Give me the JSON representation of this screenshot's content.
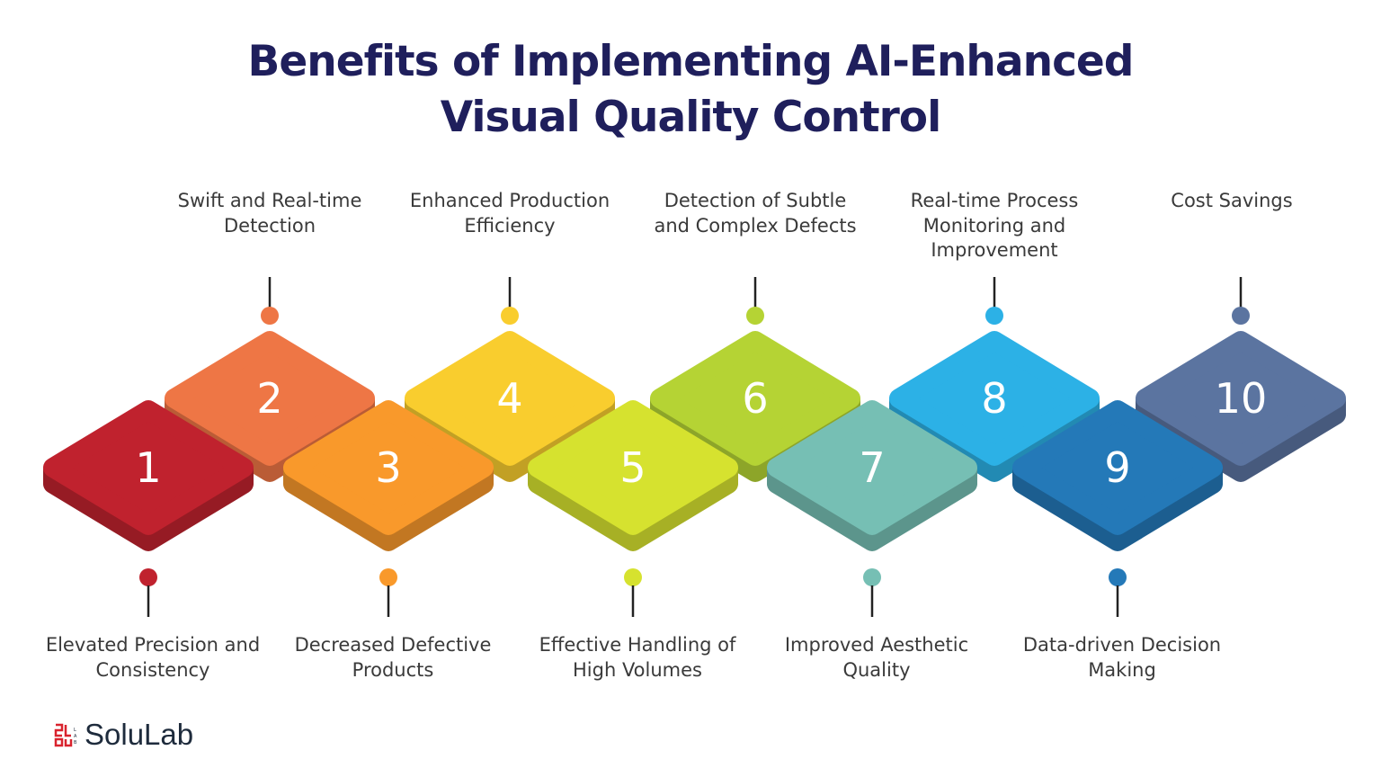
{
  "title": {
    "line1": "Benefits of Implementing AI-Enhanced",
    "line2": "Visual Quality Control"
  },
  "steps": [
    {
      "number": "1",
      "label": "Elevated Precision and Consistency",
      "color": "#c0222e",
      "row": "bottom"
    },
    {
      "number": "2",
      "label": "Swift and Real-time Detection",
      "color": "#ee7645",
      "row": "top"
    },
    {
      "number": "3",
      "label": "Decreased Defective Products",
      "color": "#f9992b",
      "row": "bottom"
    },
    {
      "number": "4",
      "label": "Enhanced Production Efficiency",
      "color": "#f9cd2e",
      "row": "top"
    },
    {
      "number": "5",
      "label": "Effective Handling of High Volumes",
      "color": "#d6e22f",
      "row": "bottom"
    },
    {
      "number": "6",
      "label": "Detection of Subtle and Complex Defects",
      "color": "#b5d334",
      "row": "top"
    },
    {
      "number": "7",
      "label": "Improved Aesthetic Quality",
      "color": "#76bfb4",
      "row": "bottom"
    },
    {
      "number": "8",
      "label": "Real-time Process Monitoring and Improvement",
      "color": "#2cb1e6",
      "row": "top"
    },
    {
      "number": "9",
      "label": "Data-driven Decision Making",
      "color": "#2479b8",
      "row": "bottom"
    },
    {
      "number": "10",
      "label": "Cost Savings",
      "color": "#5b74a0",
      "row": "top"
    }
  ],
  "brand": {
    "name": "SoluLab",
    "mark_color": "#d9232e"
  }
}
